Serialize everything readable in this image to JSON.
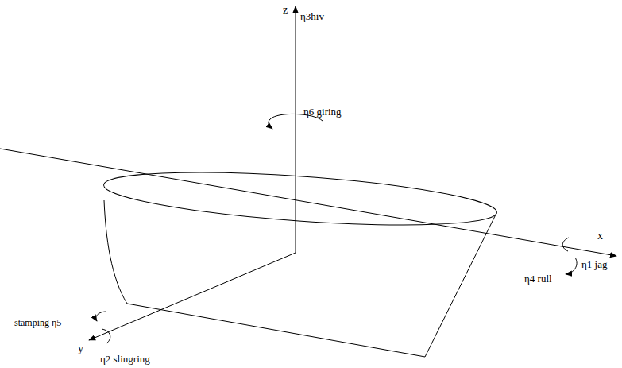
{
  "diagram": {
    "labels": [
      "z",
      "η3hiv",
      "η6 giring",
      "x",
      "η1 jag",
      "η4 rull",
      "stamping η5",
      "y",
      "η2 slingring"
    ]
  }
}
